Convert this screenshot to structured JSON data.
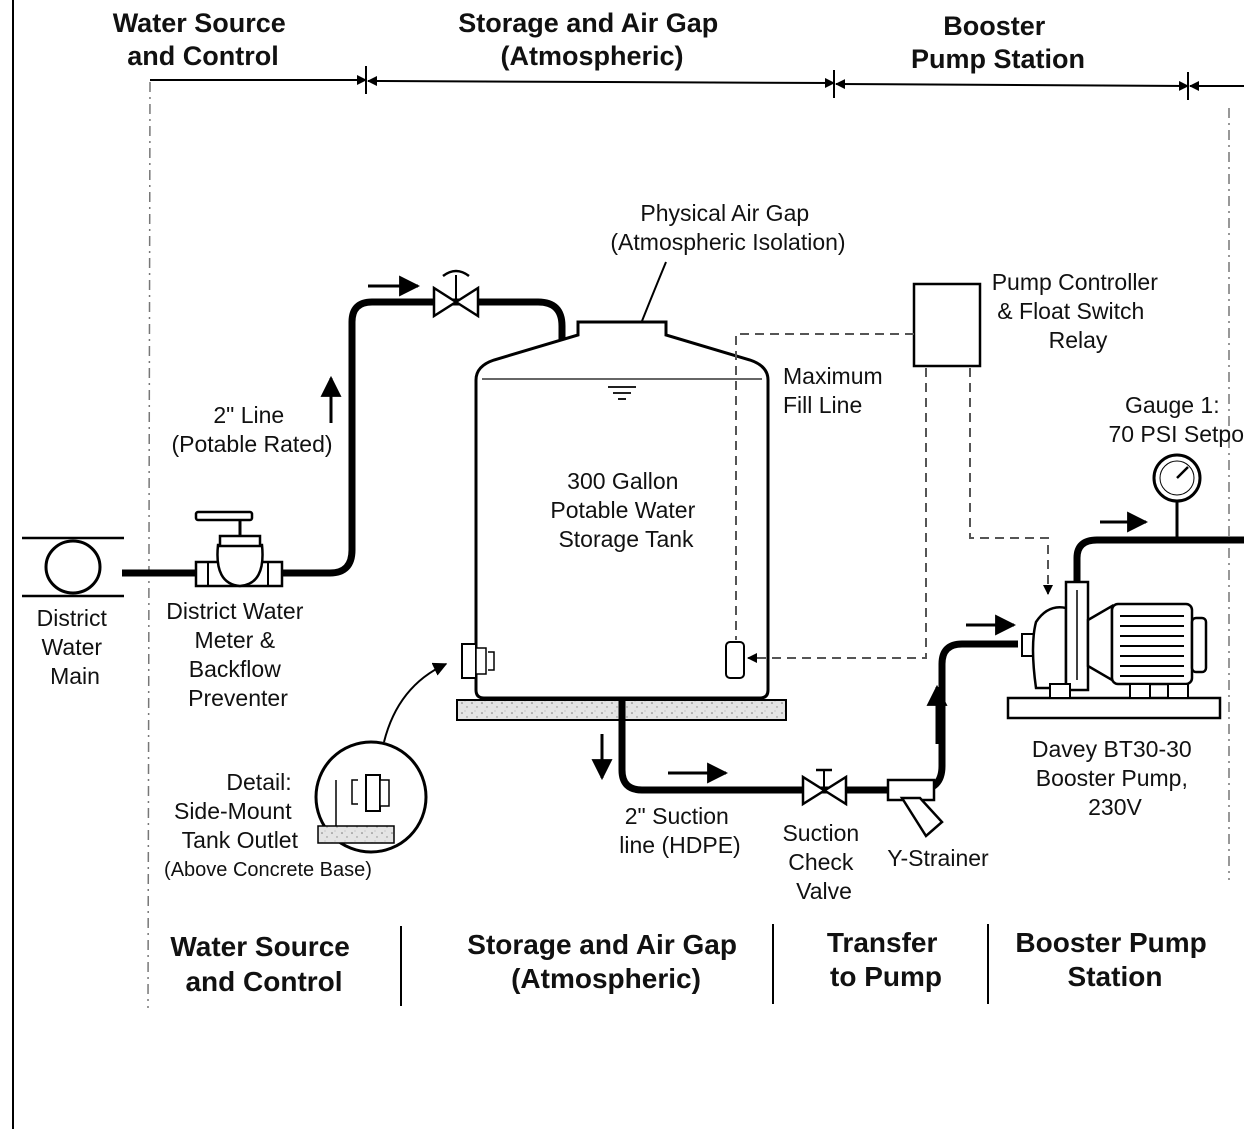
{
  "top_headers": {
    "water_source": [
      "Water Source",
      "and Control"
    ],
    "storage": [
      "Storage and Air Gap",
      "(Atmospheric)"
    ],
    "booster": [
      "Booster",
      "Pump Station"
    ]
  },
  "labels": {
    "district_main": [
      "District",
      "Water",
      "Main"
    ],
    "meter": [
      "District Water",
      "Meter &",
      "Backflow",
      "Preventer"
    ],
    "line_2in": [
      "2\" Line",
      "(Potable Rated)"
    ],
    "air_gap": [
      "Physical Air Gap",
      "(Atmospheric Isolation)"
    ],
    "controller": [
      "Pump Controller",
      "& Float Switch",
      "Relay"
    ],
    "max_fill": [
      "Maximum",
      "Fill Line"
    ],
    "tank": [
      "300 Gallon",
      "Potable Water",
      "Storage Tank"
    ],
    "gauge": [
      "Gauge 1:",
      "70 PSI Setpo"
    ],
    "detail": [
      "Detail:",
      "Side-Mount",
      "Tank Outlet"
    ],
    "detail_note": "(Above Concrete Base)",
    "suction_line": [
      "2\" Suction",
      "line (HDPE)"
    ],
    "check_valve": [
      "Suction",
      "Check",
      "Valve"
    ],
    "y_strainer": "Y-Strainer",
    "pump": [
      "Davey BT30-30",
      "Booster Pump,",
      "230V"
    ]
  },
  "bottom_headers": {
    "water_source": [
      "Water Source",
      "and Control"
    ],
    "storage": [
      "Storage and Air Gap",
      "(Atmospheric)"
    ],
    "transfer": [
      "Transfer",
      "to Pump"
    ],
    "booster": [
      "Booster Pump",
      "Station"
    ]
  }
}
